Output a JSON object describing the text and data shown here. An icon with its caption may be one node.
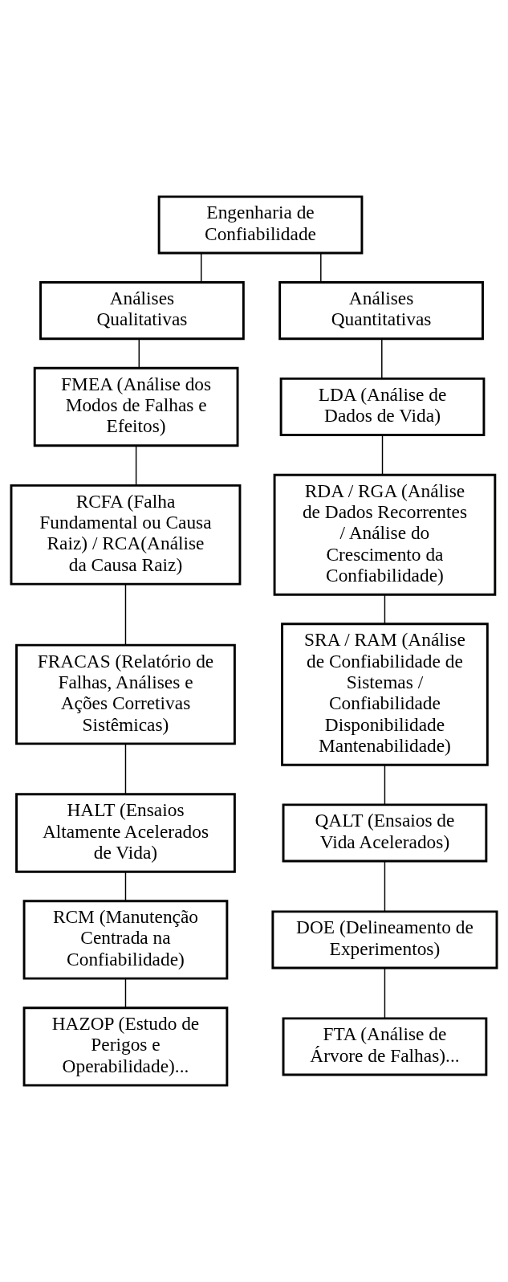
{
  "diagram": {
    "nodes": [
      {
        "text": [
          "Engenharia de Confiabilidade"
        ]
      },
      {
        "text": [
          "Análises Qualitativas"
        ]
      },
      {
        "text": [
          "Análises Quantitativas"
        ]
      },
      {
        "text": [
          "FMEA (Análise dos Modos de Falhas e Efeitos)"
        ]
      },
      {
        "text": [
          "RCFA (Falha Fundamental ou Causa Raiz) / RCA(Análise da Causa Raiz)"
        ]
      },
      {
        "text": [
          "FRACAS (Relatório de Falhas, Análises e Ações Corretivas Sistêmicas)"
        ]
      },
      {
        "text": [
          "HALT (Ensaios Altamente Acelerados de Vida)"
        ]
      },
      {
        "text": [
          "RCM (Manutenção Centrada na Confiabilidade)"
        ]
      },
      {
        "text": [
          "HAZOP (Estudo de Perigos e Operabilidade)..."
        ]
      },
      {
        "text": [
          "LDA (Análise de Dados de Vida)"
        ]
      },
      {
        "text": [
          "RDA / RGA (Análise de Dados Recorrentes / Análise do Crescimento da Confiabilidade)"
        ]
      },
      {
        "text": [
          "SRA / RAM (Análise de Confiabilidade de Sistemas / Confiabilidade Disponibilidade Mantenabilidade)"
        ]
      },
      {
        "text": [
          "QALT (Ensaios de Vida Acelerados)"
        ]
      },
      {
        "text": [
          "DOE (Delineamento de Experimentos)"
        ]
      },
      {
        "text": [
          "FTA (Análise de Árvore de Falhas)..."
        ]
      }
    ],
    "edges": [
      {
        "from": 0,
        "to": 1,
        "arrow": "none"
      },
      {
        "from": 0,
        "to": 2,
        "arrow": "none"
      },
      {
        "from": 1,
        "to": 3,
        "arrow": "none"
      },
      {
        "from": 3,
        "to": 4,
        "arrow": "none"
      },
      {
        "from": 4,
        "to": 5,
        "arrow": "none"
      },
      {
        "from": 5,
        "to": 6,
        "arrow": "none"
      },
      {
        "from": 6,
        "to": 7,
        "arrow": "none"
      },
      {
        "from": 7,
        "to": 8,
        "arrow": "none"
      },
      {
        "from": 2,
        "to": 9,
        "arrow": "none"
      },
      {
        "from": 9,
        "to": 10,
        "arrow": "none"
      },
      {
        "from": 10,
        "to": 11,
        "arrow": "none"
      },
      {
        "from": 11,
        "to": 12,
        "arrow": "none"
      },
      {
        "from": 12,
        "to": 13,
        "arrow": "none"
      },
      {
        "from": 13,
        "to": 14,
        "arrow": "none"
      }
    ]
  }
}
